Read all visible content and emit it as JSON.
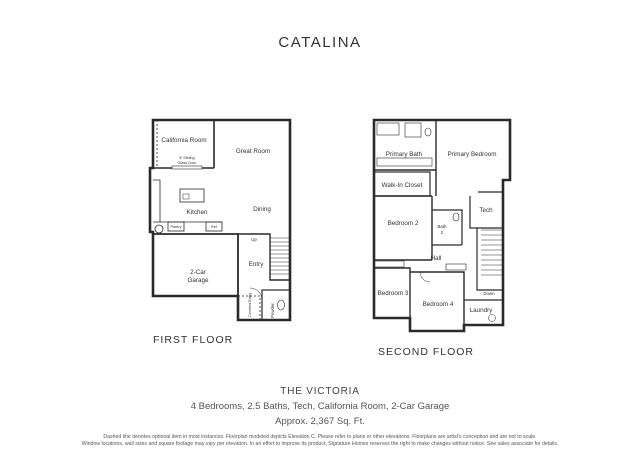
{
  "header": {
    "title": "CATALINA"
  },
  "floors": {
    "first": {
      "label": "FIRST FLOOR",
      "rooms": {
        "california_room": "California Room",
        "sliding_door_line1": "8' Sliding",
        "sliding_door_line2": "Glass Door",
        "great_room": "Great Room",
        "dining": "Dining",
        "kitchen": "Kitchen",
        "pantry": "Pantry",
        "ref": "Ref",
        "garage_line1": "2-Car",
        "garage_line2": "Garage",
        "up": "Up",
        "entry": "Entry",
        "covered_entry": "Covered Entry",
        "powder": "Powder"
      }
    },
    "second": {
      "label": "SECOND FLOOR",
      "rooms": {
        "primary_bath": "Primary Bath",
        "primary_bedroom": "Primary Bedroom",
        "walk_in_closet": "Walk-In Closet",
        "bedroom2": "Bedroom 2",
        "bath2_line1": "Bath",
        "bath2_line2": "2",
        "tech": "Tech",
        "hall": "Hall",
        "bedroom3": "Bedroom 3",
        "bedroom4": "Bedroom 4",
        "down": "Down",
        "laundry": "Laundry"
      }
    }
  },
  "footer": {
    "model_name": "THE VICTORIA",
    "specs": "4 Bedrooms, 2.5 Baths, Tech, California Room, 2-Car Garage",
    "sqft": "Approx. 2,367 Sq. Ft.",
    "disclaimer_line1": "Dashed line denotes optional item in most instances. Floorplan modeled depicts Elevation C. Please refer to plans or other elevations. Floorplans are artist's conception and are not to scale.",
    "disclaimer_line2": "Window locations, wall sizes and square footage may vary per elevation. In an effort to improve its product, Signature Homes reserves the right to make changes without notice. See sales associate for details."
  }
}
